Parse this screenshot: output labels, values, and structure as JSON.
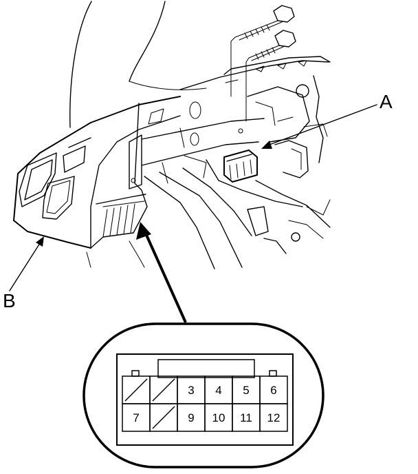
{
  "callouts": {
    "a": "A",
    "b": "B"
  },
  "connector": {
    "rows": [
      [
        {
          "label": "",
          "blocked": true
        },
        {
          "label": "",
          "blocked": true
        },
        {
          "label": "3",
          "blocked": false
        },
        {
          "label": "4",
          "blocked": false
        },
        {
          "label": "5",
          "blocked": false
        },
        {
          "label": "6",
          "blocked": false
        }
      ],
      [
        {
          "label": "7",
          "blocked": false
        },
        {
          "label": "",
          "blocked": true
        },
        {
          "label": "9",
          "blocked": false
        },
        {
          "label": "10",
          "blocked": false
        },
        {
          "label": "11",
          "blocked": false
        },
        {
          "label": "12",
          "blocked": false
        }
      ]
    ]
  }
}
